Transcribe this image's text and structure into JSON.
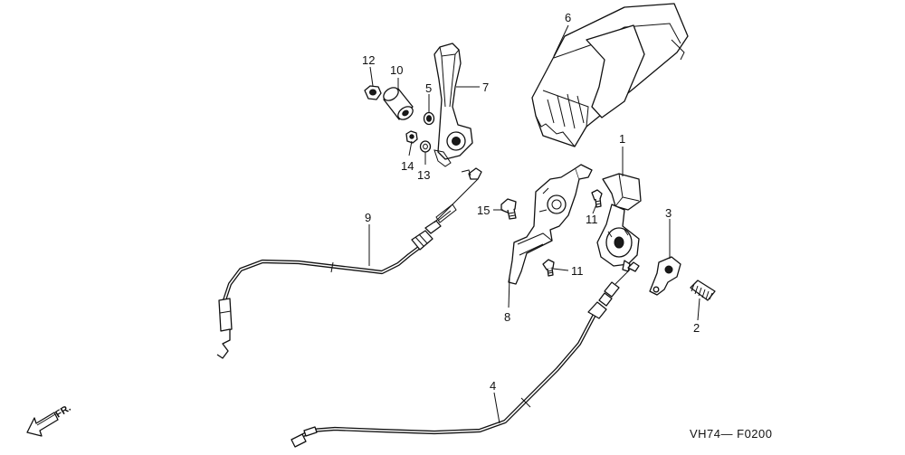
{
  "diagram": {
    "parts": [
      {
        "id": "p1",
        "label": "1"
      },
      {
        "id": "p2",
        "label": "2"
      },
      {
        "id": "p3",
        "label": "3"
      },
      {
        "id": "p4",
        "label": "4"
      },
      {
        "id": "p5",
        "label": "5"
      },
      {
        "id": "p6",
        "label": "6"
      },
      {
        "id": "p7",
        "label": "7"
      },
      {
        "id": "p8",
        "label": "8"
      },
      {
        "id": "p9",
        "label": "9"
      },
      {
        "id": "p10",
        "label": "10"
      },
      {
        "id": "p11a",
        "label": "11"
      },
      {
        "id": "p11b",
        "label": "11"
      },
      {
        "id": "p12",
        "label": "12"
      },
      {
        "id": "p13",
        "label": "13"
      },
      {
        "id": "p14",
        "label": "14"
      },
      {
        "id": "p15",
        "label": "15"
      }
    ],
    "direction_label": "FR.",
    "drawing_code": "VH74— F0200"
  },
  "colors": {
    "ink": "#111111",
    "paper": "#ffffff",
    "shade": "#8a8a8a"
  }
}
